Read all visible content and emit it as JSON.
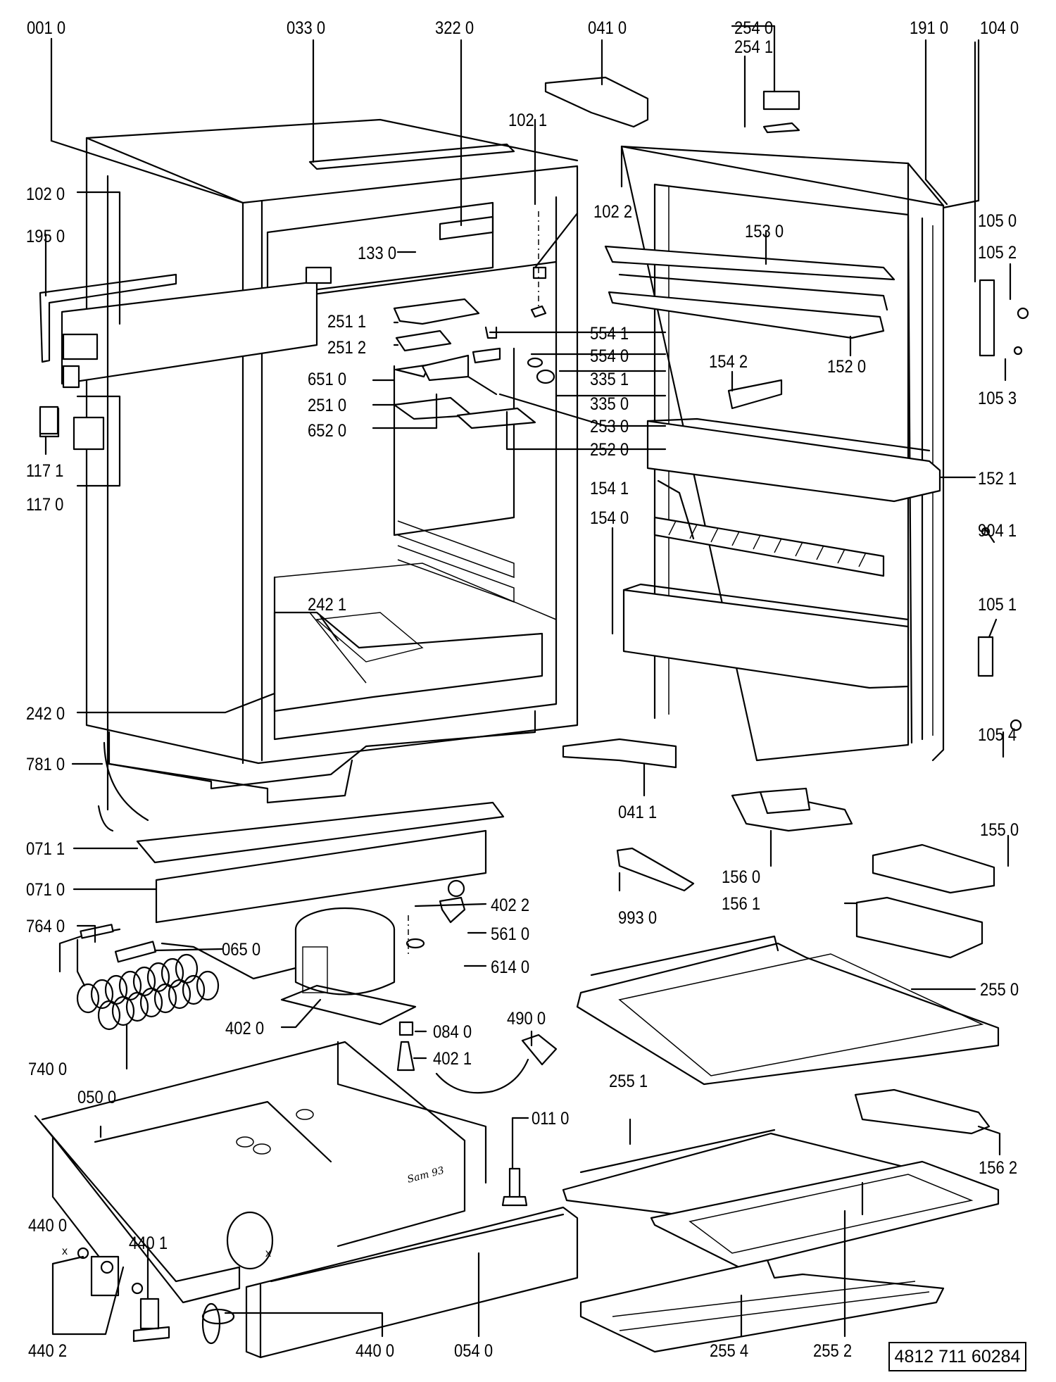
{
  "document_number": "4812 711 60284",
  "diagram_title": "Refrigerator exploded parts view",
  "labels": {
    "p0010": "001 0",
    "p0330": "033 0",
    "p3220": "322 0",
    "p0410": "041 0",
    "p2540": "254 0",
    "p2541": "254 1",
    "p1910": "191 0",
    "p1040": "104 0",
    "p1021": "102 1",
    "p1020": "102 0",
    "p1022": "102 2",
    "p1950": "195 0",
    "p1330": "133 0",
    "p1530": "153 0",
    "p1050": "105 0",
    "p1052": "105 2",
    "p2511": "251 1",
    "p5541": "554 1",
    "p2512": "251 2",
    "p5540": "554 0",
    "p1520": "152 0",
    "p1542": "154 2",
    "p6510": "651 0",
    "p3351": "335 1",
    "p1053": "105 3",
    "p2510": "251 0",
    "p3350": "335 0",
    "p6520": "652 0",
    "p2530": "253 0",
    "p1171": "117 1",
    "p2520": "252 0",
    "p1521": "152 1",
    "p1170": "117 0",
    "p1541": "154 1",
    "p1540": "154 0",
    "p9041": "904 1",
    "p2421": "242 1",
    "p1051": "105 1",
    "p2420": "242 0",
    "p1054": "105 4",
    "p7810": "781 0",
    "p0411": "041 1",
    "p0711": "071 1",
    "p1560": "156 0",
    "p1550": "155 0",
    "p0710": "071 0",
    "p9930": "993 0",
    "p1561": "156 1",
    "p4022": "402 2",
    "p7640": "764 0",
    "p5610": "561 0",
    "p0650": "065 0",
    "p6140": "614 0",
    "p2550": "255 0",
    "p0840": "084 0",
    "p4900": "490 0",
    "p4020": "402 0",
    "p4021": "402 1",
    "p7400": "740 0",
    "p2551": "255 1",
    "p0500": "050 0",
    "p0110": "011 0",
    "p1562": "156 2",
    "p4400a": "440 0",
    "p4401": "440 1",
    "p4402": "440 2",
    "p4400b": "440 0",
    "p0540": "054 0",
    "p2554": "255 4",
    "p2552": "255 2"
  },
  "annotations": {
    "signature": "Sam 93",
    "cross_marker": "x"
  }
}
